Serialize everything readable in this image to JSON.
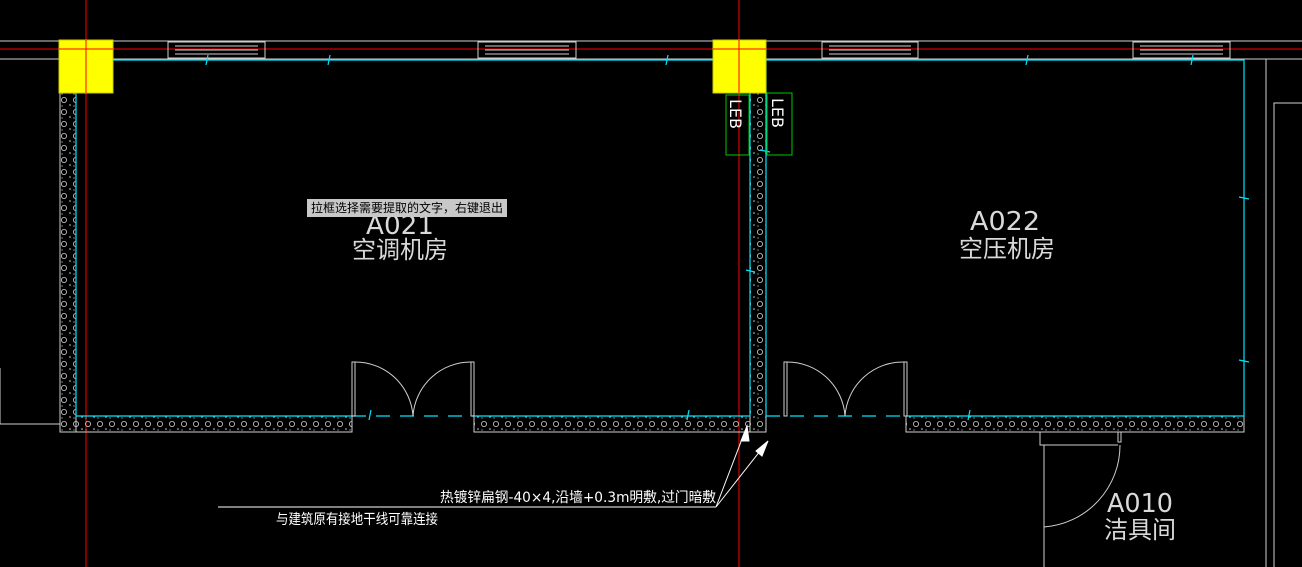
{
  "rooms": [
    {
      "code": "A021",
      "name": "空调机房"
    },
    {
      "code": "A022",
      "name": "空压机房"
    },
    {
      "code": "A010",
      "name": "洁具间"
    }
  ],
  "panel_tag": "LEB",
  "annotations": {
    "note_upper": "热镀锌扁钢-40×4,沿墙+0.3m明敷,过门暗敷",
    "note_lower": "与建筑原有接地干线可靠连接"
  },
  "tooltip": "拉框选择需要提取的文字，右键退出",
  "colors": {
    "background": "#000000",
    "wall_outline": "#00ffff",
    "axis_line": "#ff0000",
    "column": "#ffff00",
    "panel_box": "#00c800",
    "annotation": "#ffffff"
  }
}
